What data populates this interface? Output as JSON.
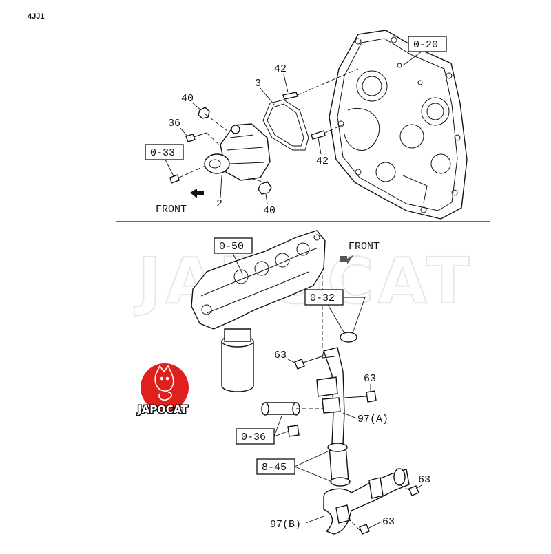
{
  "header": {
    "code": "4JJ1"
  },
  "upper": {
    "callouts": {
      "box_0_20": "0-20",
      "box_0_33": "0-33",
      "n42_top": "42",
      "n3": "3",
      "n40_top": "40",
      "n36": "36",
      "n42_bottom": "42",
      "n2": "2",
      "n40_bottom": "40"
    },
    "front_label": "FRONT"
  },
  "lower": {
    "callouts": {
      "box_0_50": "0-50",
      "box_0_32": "0-32",
      "box_0_36": "0-36",
      "box_8_45": "8-45",
      "n63_a": "63",
      "n63_b": "63",
      "n63_c": "63",
      "n63_d": "63",
      "n97a": "97(A)",
      "n97b": "97(B)"
    },
    "front_label": "FRONT"
  },
  "watermark": {
    "text": "JAPOCAT"
  },
  "logo": {
    "text": "JAPOCAT",
    "color": "#e0201c",
    "icon": "cat-mascot-icon"
  }
}
